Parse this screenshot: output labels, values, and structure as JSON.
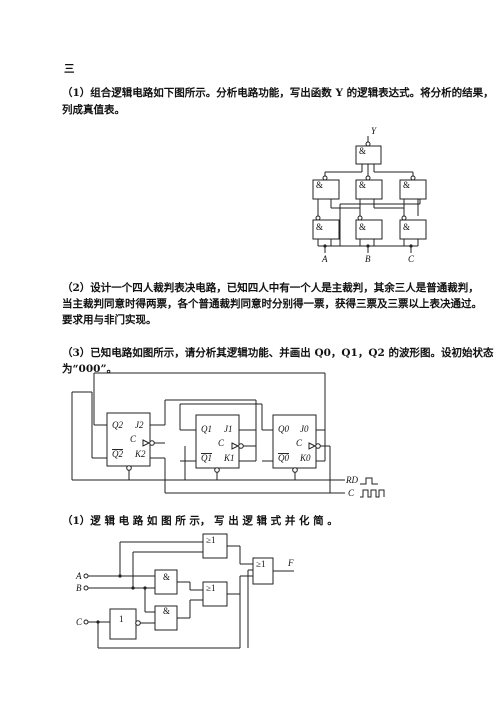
{
  "heading": "三",
  "q1": {
    "line1": "（1）组合逻辑电路如下图所示。分析电路功能，写出函数 Y 的逻辑表达式。将分析的结果，",
    "line2": "列成真值表。"
  },
  "q2": {
    "line1": "（2）设计一个四人裁判表决电路，已知四人中有一个人是主裁判，其余三人是普通裁判，",
    "line2": "当主裁判同意时得两票，各个普通裁判同意时分别得一票，获得三票及三票以上表决通过。",
    "line3": "要求用与非门实现。"
  },
  "q3": {
    "line1": "（3）已知电路如图所示，请分析其逻辑功能、并画出 Q0，Q1，Q2 的波形图。设初始状态",
    "line2": "为“000”。"
  },
  "q4": {
    "line1": "（1）逻 辑 电 路 如 图 所 示， 写 出 逻 辑 式 并 化 简 。"
  },
  "fig1": {
    "gate_symbol": "&",
    "output": "Y",
    "inputs": [
      "A",
      "B",
      "C"
    ]
  },
  "fig2": {
    "ff2": {
      "q": "Q2",
      "qn": "Q2",
      "j": "J2",
      "k": "K2",
      "c": "C"
    },
    "ff1": {
      "q": "Q1",
      "qn": "Q1",
      "j": "J1",
      "k": "K1",
      "c": "C"
    },
    "ff0": {
      "q": "Q0",
      "qn": "Q0",
      "j": "J0",
      "k": "K0",
      "c": "C"
    },
    "reset": "RD",
    "clock": "C"
  },
  "fig3": {
    "or_symbol": "≥1",
    "and_symbol": "&",
    "not_symbol": "1",
    "inputs": [
      "A",
      "B",
      "C"
    ],
    "output": "F"
  }
}
